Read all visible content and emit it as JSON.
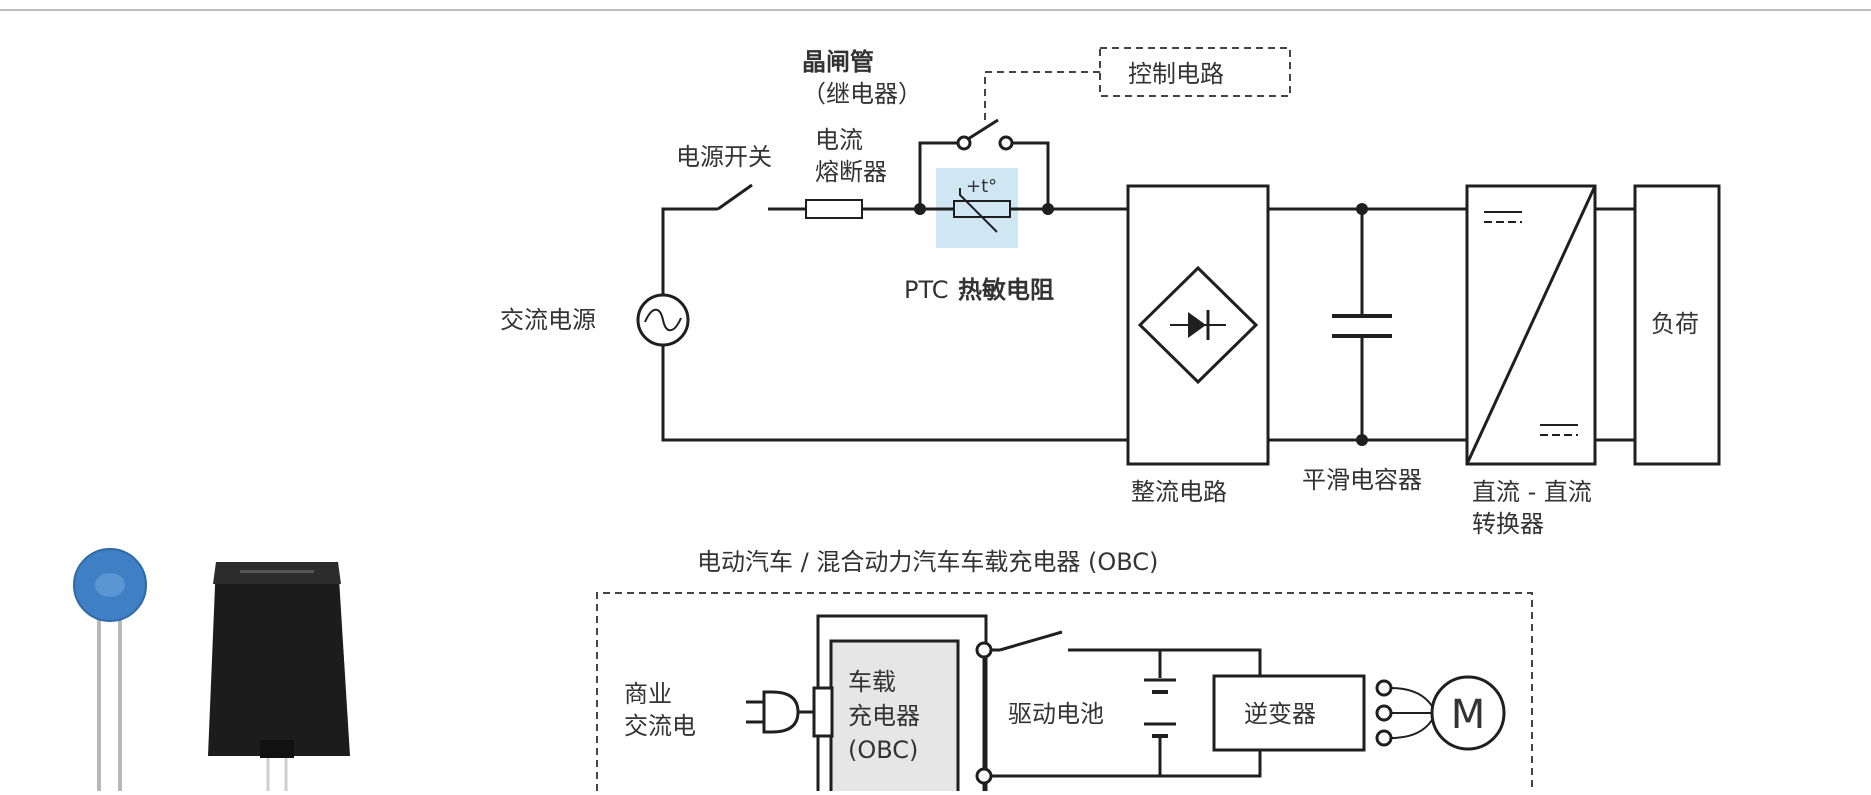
{
  "labels": {
    "thyristor": "晶闸管",
    "relay": "（继电器）",
    "control_circuit": "控制电路",
    "power_switch": "电源开关",
    "fuse_line1": "电流",
    "fuse_line2": "熔断器",
    "ptc_temp": "+t°",
    "ptc_prefix": "PTC",
    "ptc_name": "热敏电阻",
    "ac_source": "交流电源",
    "rectifier": "整流电路",
    "smoothing_cap": "平滑电容器",
    "dcdc_line1": "直流 - 直流",
    "dcdc_line2": "转换器",
    "load": "负荷"
  },
  "obc": {
    "title": "电动汽车 / 混合动力汽车车载充电器 (OBC)",
    "commercial_line1": "商业",
    "commercial_line2": "交流电",
    "charger_line1": "车载",
    "charger_line2": "充电器",
    "charger_line3": "(OBC)",
    "battery": "驱动电池",
    "inverter": "逆变器",
    "motor": "M"
  },
  "colors": {
    "wire": "#1f1f1f",
    "ptc_highlight": "#cfe6f3",
    "disc_thermistor": "#3f7fc4",
    "charger_fill": "#e6e6e6",
    "package_dark": "#1c1c1c"
  }
}
